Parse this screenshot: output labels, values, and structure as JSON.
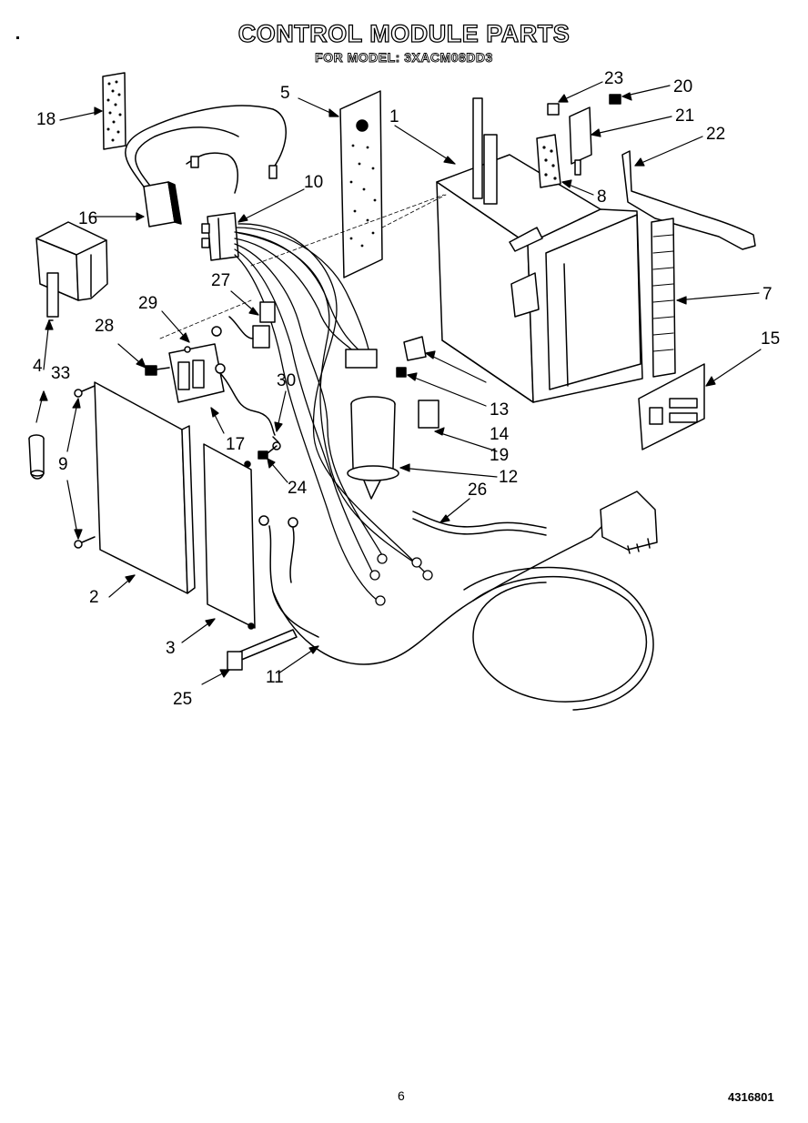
{
  "header": {
    "title": "CONTROL MODULE PARTS",
    "subtitle": "FOR MODEL: 3XACM08DD3"
  },
  "callouts": {
    "c1": "1",
    "c2": "2",
    "c3": "3",
    "c4": "4",
    "c5": "5",
    "c7": "7",
    "c8": "8",
    "c9a": "9",
    "c9b": "9",
    "c10": "10",
    "c11": "11",
    "c12": "12",
    "c13": "13",
    "c14": "14",
    "c15": "15",
    "c16": "16",
    "c17": "17",
    "c18": "18",
    "c19": "19",
    "c20": "20",
    "c21": "21",
    "c22": "22",
    "c23": "23",
    "c24": "24",
    "c25": "25",
    "c26": "26",
    "c27": "27",
    "c28": "28",
    "c29": "29",
    "c30": "30",
    "c33": "33"
  },
  "footer": {
    "page": "6",
    "doc_number": "4316801"
  }
}
